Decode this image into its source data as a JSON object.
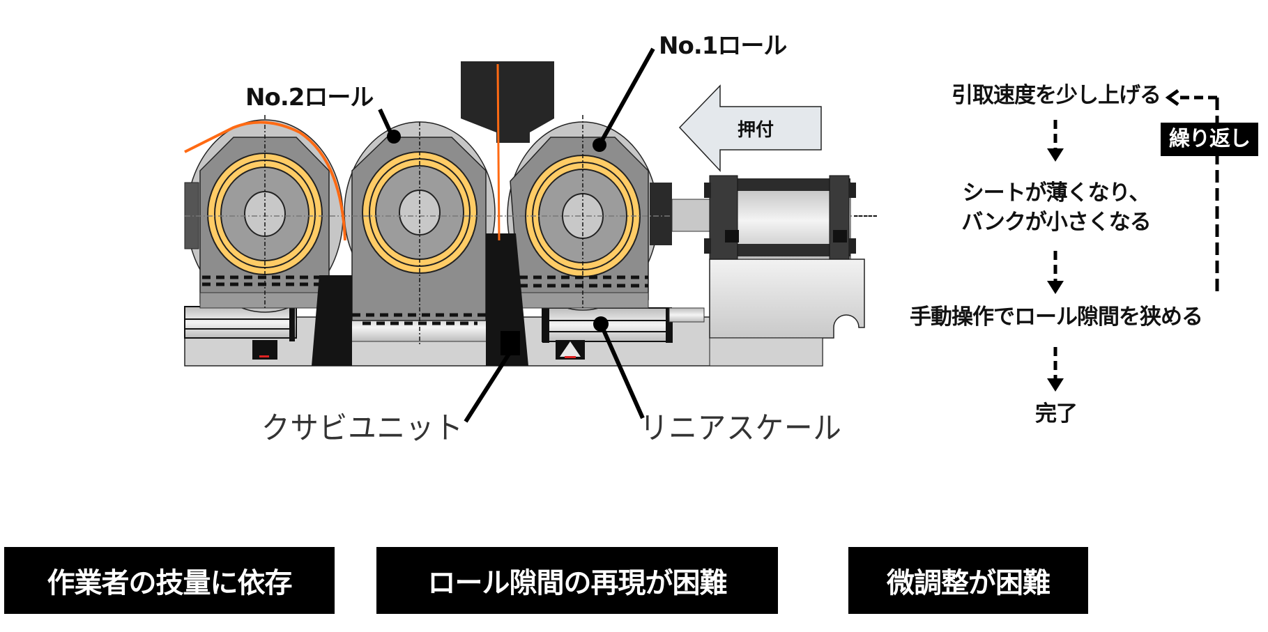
{
  "diagram": {
    "callouts": {
      "roll_no2": "No.2ロール",
      "roll_no1": "No.1ロール",
      "wedge_unit": "クサビユニット",
      "linear_scale": "リニアスケール"
    },
    "press_arrow_label": "押付",
    "colors": {
      "sheet": "#ff6a13",
      "roll_ring": "#ffcc66",
      "roll_body": "#8a8a8a",
      "roll_housing": "#c4c4c4",
      "hub": "#c8c8c8",
      "dark_part": "#1e1e1e",
      "base": "#d2d2d2",
      "arrow_fill": "#e4e8ec"
    }
  },
  "flow": {
    "steps": [
      "引取速度を少し上げる",
      "シートが薄くなり、\nバンクが小さくなる",
      "手動操作でロール隙間を狭める",
      "完了"
    ],
    "step_lines": {
      "step2_line1": "シートが薄くなり、",
      "step2_line2": "バンクが小さくなる"
    },
    "repeat_label": "繰り返し"
  },
  "problems": [
    "作業者の技量に依存",
    "ロール隙間の再現が困難",
    "微調整が困難"
  ]
}
